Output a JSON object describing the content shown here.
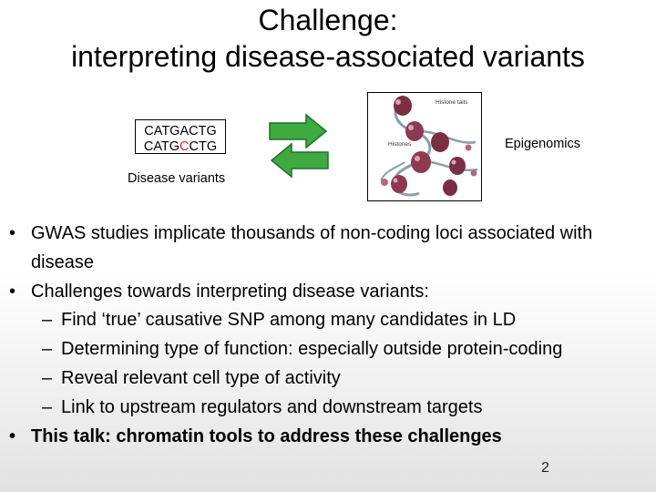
{
  "title": {
    "line1": "Challenge:",
    "line2": "interpreting disease-associated variants"
  },
  "diagram": {
    "seq_line1": "CATGACTG",
    "seq_line2_pre": "CATG",
    "seq_line2_var": "C",
    "seq_line2_post": "CTG",
    "variants_label": "Disease variants",
    "epigenomics_label": "Epigenomics",
    "histone_tails_label": "Histone tails",
    "histones_label": "Histones",
    "arrow_color": "#3faa3f",
    "variant_color": "#e0241b"
  },
  "bullets": [
    {
      "level": 1,
      "text": "GWAS studies implicate thousands of non-coding loci associated with disease"
    },
    {
      "level": 1,
      "text": "Challenges towards interpreting disease variants:"
    },
    {
      "level": 2,
      "text": "Find ‘true’ causative SNP among many candidates in LD"
    },
    {
      "level": 2,
      "text": "Determining type of function: especially outside protein-coding"
    },
    {
      "level": 2,
      "text": "Reveal relevant cell type of activity"
    },
    {
      "level": 2,
      "text": "Link to upstream regulators and downstream targets"
    },
    {
      "level": 1,
      "text": "This talk: chromatin tools to address these challenges",
      "bold": true
    }
  ],
  "page_number": "2"
}
